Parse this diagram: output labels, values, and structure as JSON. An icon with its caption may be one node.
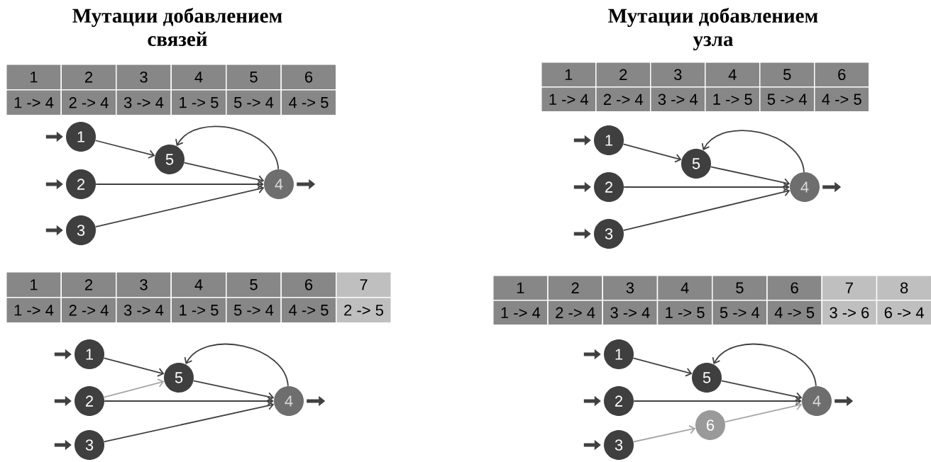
{
  "diagram": {
    "nodes": [
      {
        "text": [
          "1"
        ]
      },
      {
        "text": [
          "2"
        ]
      },
      {
        "text": [
          "3"
        ]
      },
      {
        "text": [
          "4"
        ]
      },
      {
        "text": [
          "5"
        ]
      },
      {
        "text": [
          "1"
        ]
      },
      {
        "text": [
          "2"
        ]
      },
      {
        "text": [
          "3"
        ]
      },
      {
        "text": [
          "4"
        ]
      },
      {
        "text": [
          "5"
        ]
      },
      {
        "text": [
          "1"
        ]
      },
      {
        "text": [
          "2"
        ]
      },
      {
        "text": [
          "3"
        ]
      },
      {
        "text": [
          "4"
        ]
      },
      {
        "text": [
          "5"
        ]
      },
      {
        "text": [
          "1"
        ]
      },
      {
        "text": [
          "2"
        ]
      },
      {
        "text": [
          "3"
        ]
      },
      {
        "text": [
          "4"
        ]
      },
      {
        "text": [
          "5"
        ]
      },
      {
        "text": [
          "6"
        ]
      }
    ],
    "edges": [
      {
        "from": null,
        "to": 0,
        "arrow": "to",
        "style": "thick"
      },
      {
        "from": null,
        "to": 1,
        "arrow": "to",
        "style": "thick"
      },
      {
        "from": null,
        "to": 2,
        "arrow": "to",
        "style": "thick"
      },
      {
        "from": 0,
        "to": 4,
        "arrow": "to"
      },
      {
        "from": 1,
        "to": 3,
        "arrow": "to"
      },
      {
        "from": 2,
        "to": 3,
        "arrow": "to"
      },
      {
        "from": 4,
        "to": 3,
        "arrow": "to"
      },
      {
        "from": 3,
        "to": 4,
        "arrow": "to"
      },
      {
        "from": 3,
        "to": null,
        "arrow": "to",
        "style": "thick"
      },
      {
        "from": null,
        "to": 5,
        "arrow": "to",
        "style": "thick"
      },
      {
        "from": null,
        "to": 6,
        "arrow": "to",
        "style": "thick"
      },
      {
        "from": null,
        "to": 7,
        "arrow": "to",
        "style": "thick"
      },
      {
        "from": 5,
        "to": 9,
        "arrow": "to"
      },
      {
        "from": 6,
        "to": 8,
        "arrow": "to"
      },
      {
        "from": 7,
        "to": 8,
        "arrow": "to"
      },
      {
        "from": 9,
        "to": 8,
        "arrow": "to"
      },
      {
        "from": 8,
        "to": 9,
        "arrow": "to"
      },
      {
        "from": 8,
        "to": null,
        "arrow": "to",
        "style": "thick"
      },
      {
        "from": null,
        "to": 10,
        "arrow": "to",
        "style": "thick"
      },
      {
        "from": null,
        "to": 11,
        "arrow": "to",
        "style": "thick"
      },
      {
        "from": null,
        "to": 12,
        "arrow": "to",
        "style": "thick"
      },
      {
        "from": 10,
        "to": 14,
        "arrow": "to"
      },
      {
        "from": 11,
        "to": 14,
        "arrow": "to",
        "color": "#a6a6a6"
      },
      {
        "from": 11,
        "to": 13,
        "arrow": "to"
      },
      {
        "from": 12,
        "to": 13,
        "arrow": "to"
      },
      {
        "from": 14,
        "to": 13,
        "arrow": "to"
      },
      {
        "from": 13,
        "to": 14,
        "arrow": "to"
      },
      {
        "from": 13,
        "to": null,
        "arrow": "to",
        "style": "thick"
      },
      {
        "from": null,
        "to": 15,
        "arrow": "to",
        "style": "thick"
      },
      {
        "from": null,
        "to": 16,
        "arrow": "to",
        "style": "thick"
      },
      {
        "from": null,
        "to": 17,
        "arrow": "to",
        "style": "thick"
      },
      {
        "from": 15,
        "to": 19,
        "arrow": "to"
      },
      {
        "from": 16,
        "to": 18,
        "arrow": "to"
      },
      {
        "from": 17,
        "to": 20,
        "arrow": "to",
        "color": "#a6a6a6"
      },
      {
        "from": 20,
        "to": 18,
        "arrow": "to",
        "color": "#a6a6a6"
      },
      {
        "from": 19,
        "to": 18,
        "arrow": "to"
      },
      {
        "from": 18,
        "to": 19,
        "arrow": "to"
      },
      {
        "from": 18,
        "to": null,
        "arrow": "to",
        "style": "thick"
      }
    ],
    "labels": [
      "Мутации добавлением связей",
      "1",
      "2",
      "3",
      "4",
      "5",
      "6",
      "1 -> 4",
      "2 -> 4",
      "3 -> 4",
      "1 -> 5",
      "5 -> 4",
      "4 -> 5",
      "Мутации добавлением узла",
      "1",
      "2",
      "3",
      "4",
      "5",
      "6",
      "1 -> 4",
      "2 -> 4",
      "3 -> 4",
      "1 -> 5",
      "5 -> 4",
      "4 -> 5",
      "1",
      "2",
      "3",
      "4",
      "5",
      "6",
      "7",
      "1 -> 4",
      "2 -> 4",
      "3 -> 4",
      "1 -> 5",
      "5 -> 4",
      "4 -> 5",
      "2 -> 5",
      "1",
      "2",
      "3",
      "4",
      "5",
      "6",
      "7",
      "8",
      "1 -> 4",
      "2 -> 4",
      "3 -> 4",
      "1 -> 5",
      "5 -> 4",
      "4 -> 5",
      "3 -> 6",
      "6 -> 4"
    ]
  }
}
